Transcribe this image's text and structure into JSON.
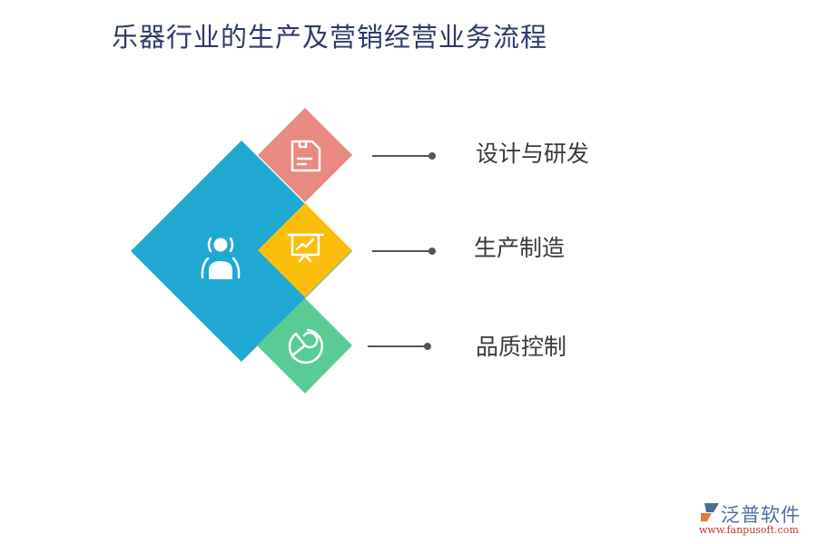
{
  "title": "乐器行业的生产及营销经营业务流程",
  "center": {
    "icon": "person-broadcast-icon",
    "color": "#1fa8d2"
  },
  "items": [
    {
      "label": "设计与研发",
      "icon": "document-save-icon",
      "color": "#e88a80"
    },
    {
      "label": "生产制造",
      "icon": "presentation-chart-icon",
      "color": "#fbbf0b"
    },
    {
      "label": "品质控制",
      "icon": "pie-chart-icon",
      "color": "#59cc96"
    }
  ],
  "logo": {
    "name": "泛普软件",
    "url": "www.fanpusoft.com"
  }
}
